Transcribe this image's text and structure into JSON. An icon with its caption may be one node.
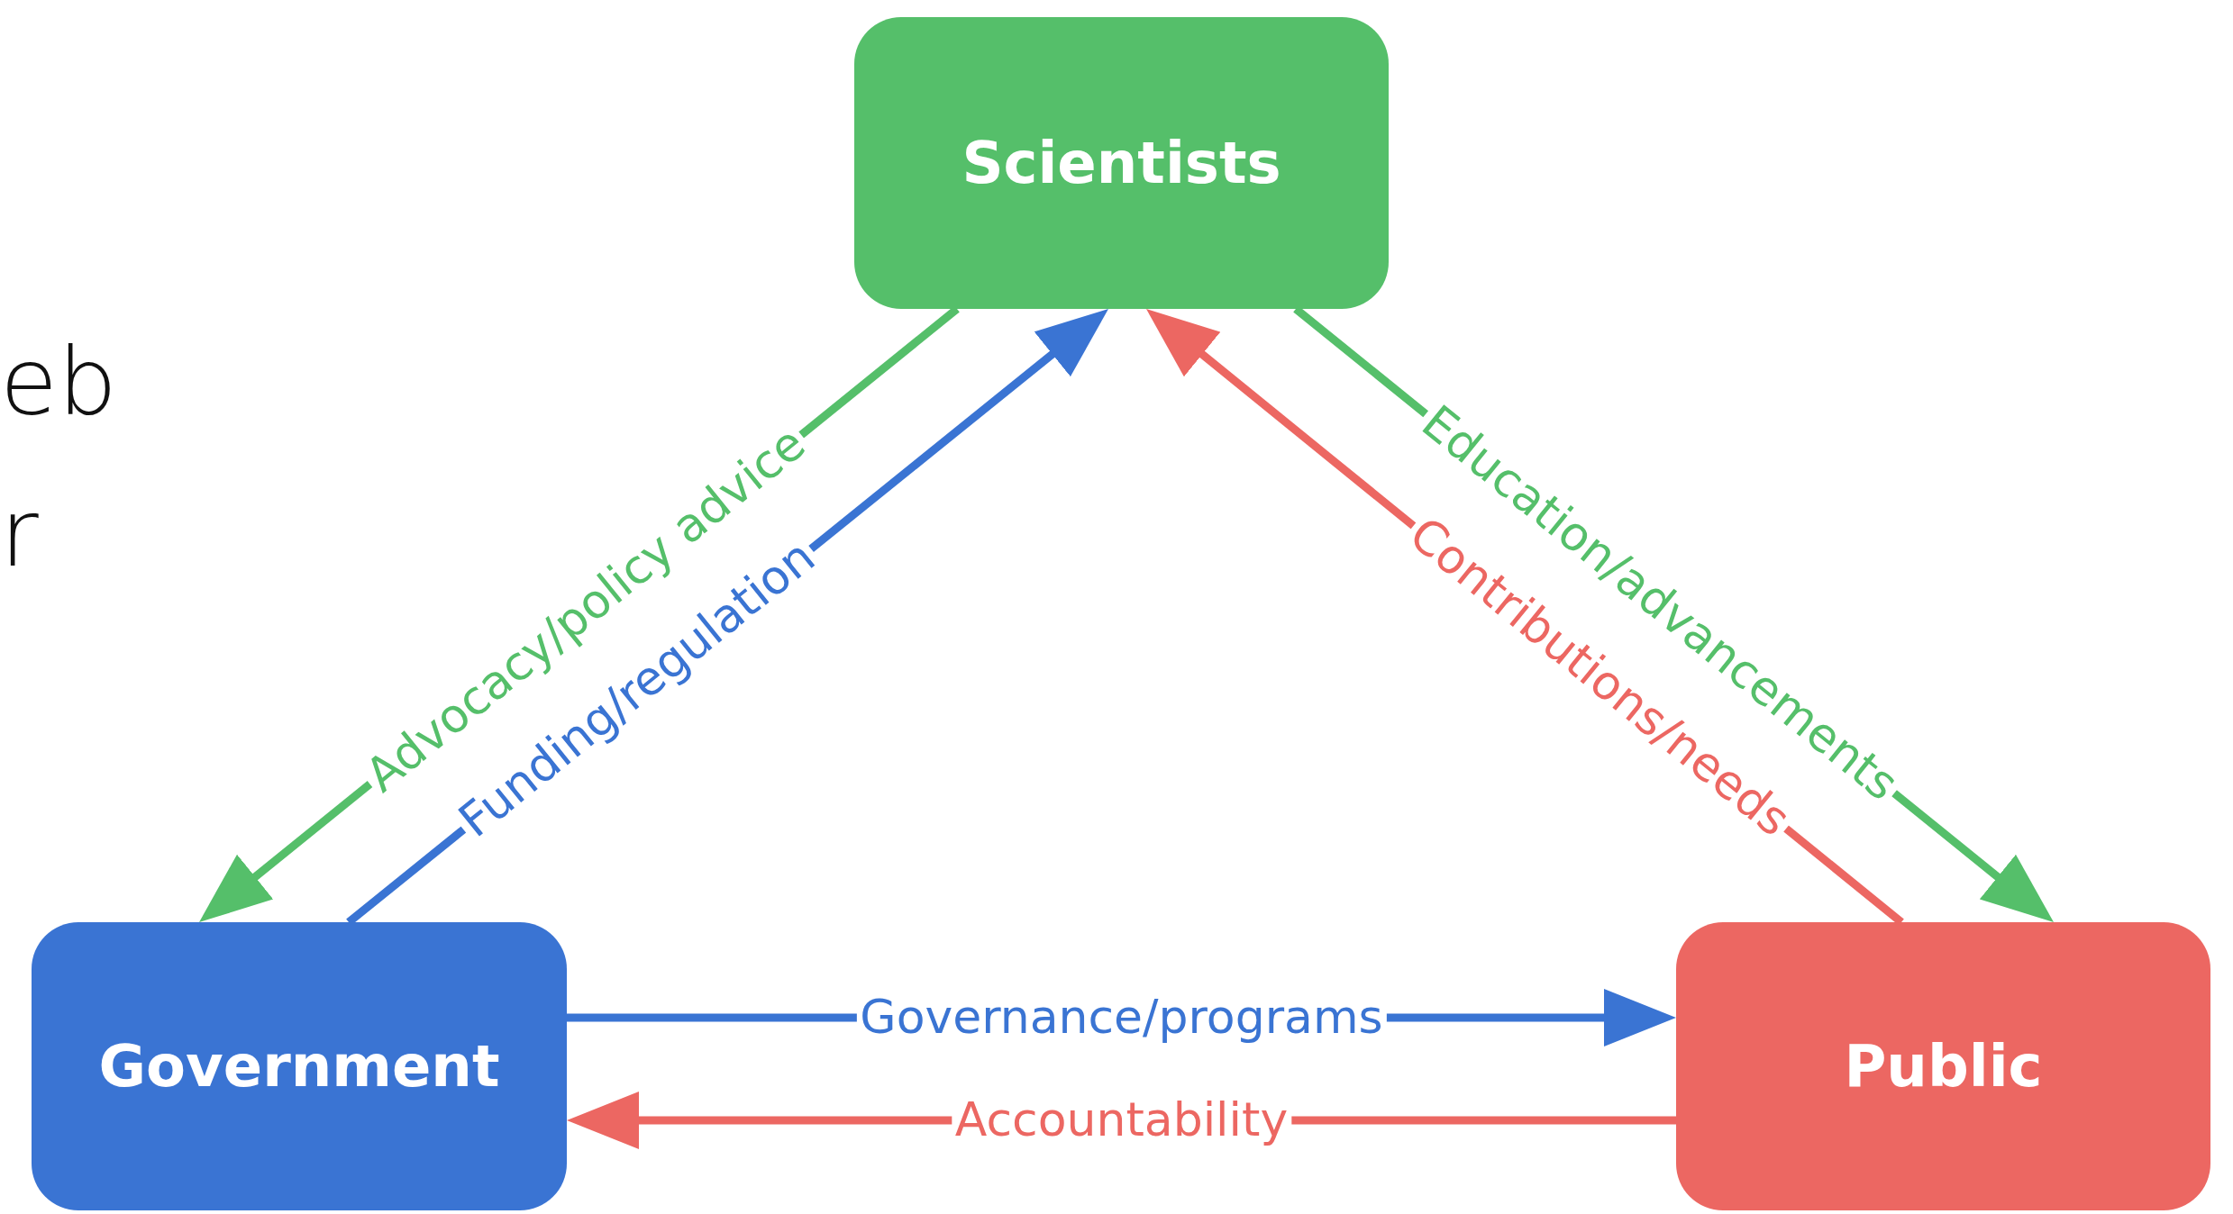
{
  "diagram": {
    "nodes": [
      {
        "text": [
          "Scientists"
        ]
      },
      {
        "text": [
          "Government"
        ]
      },
      {
        "text": [
          "Public"
        ]
      }
    ],
    "edges": [
      {
        "from": 0,
        "to": 1,
        "arrow": "to",
        "label": "Advocacy/policy advice",
        "color": "#55bf6a"
      },
      {
        "from": 1,
        "to": 0,
        "arrow": "to",
        "label": "Funding/regulation",
        "color": "#3a74d3"
      },
      {
        "from": 2,
        "to": 0,
        "arrow": "to",
        "label": "Contributions/needs",
        "color": "#ec6762"
      },
      {
        "from": 0,
        "to": 2,
        "arrow": "to",
        "label": "Education/advancements",
        "color": "#55bf6a"
      },
      {
        "from": 1,
        "to": 2,
        "arrow": "to",
        "label": "Governance/programs",
        "color": "#3a74d3"
      },
      {
        "from": 2,
        "to": 1,
        "arrow": "to",
        "label": "Accountability",
        "color": "#ec6762"
      }
    ],
    "labels": [
      "eb",
      "r"
    ]
  }
}
